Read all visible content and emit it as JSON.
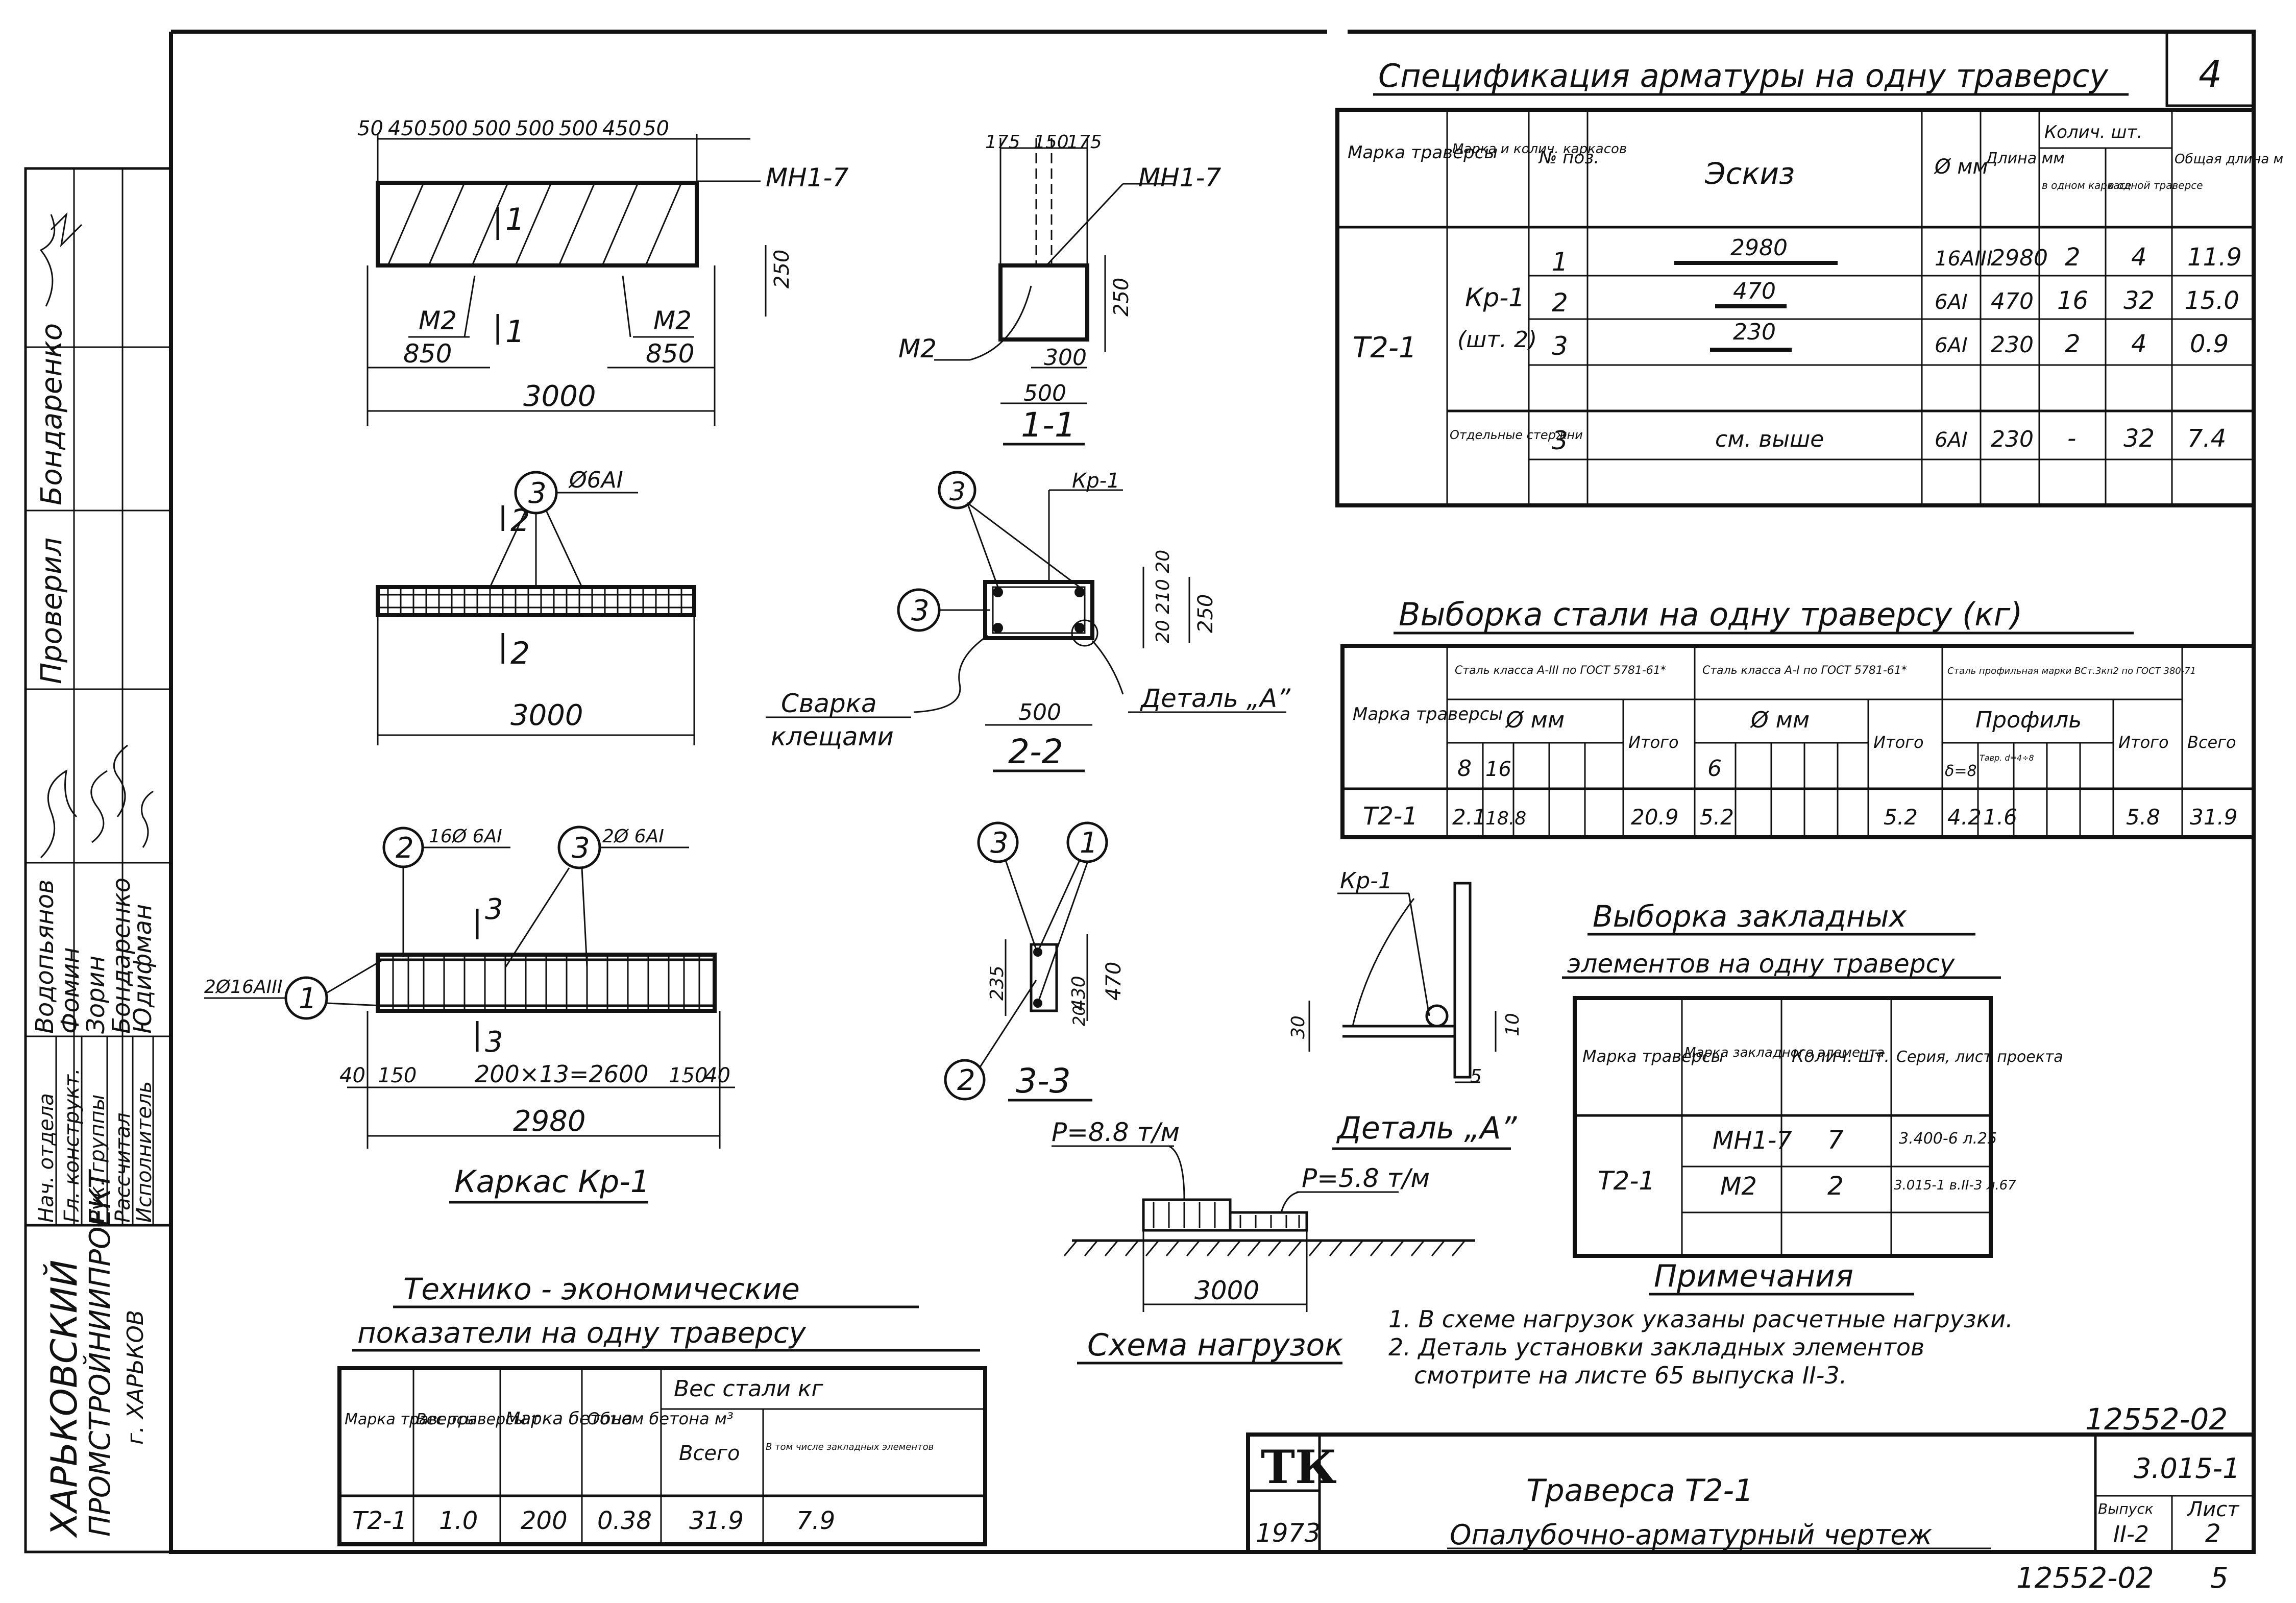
{
  "page_number": "4",
  "sheet_code_top": "12552-02",
  "sheet_code_bottom": "12552-02",
  "sheet_seq": "5",
  "left_block": {
    "org_line1": "ХАРЬКОВСКИЙ",
    "org_line2": "ПРОМСТРОЙНИИПРОЕКТ",
    "org_line3": "г. ХАРЬКОВ",
    "roles": [
      "Нач. отдела",
      "Гл. конструкт.",
      "Рук. группы",
      "Рассчитал",
      "Исполнитель"
    ],
    "names": [
      "Водопьянов",
      "Фомин",
      "Зорин",
      "Бондаренко",
      "Юдифман"
    ],
    "checked": "Проверил",
    "checked_name": "Бондаренко"
  },
  "spec": {
    "title": "Спецификация арматуры на одну траверсу",
    "headers": [
      "Марка траверсы",
      "Марка и колич. каркасов",
      "№ поз.",
      "Эскиз",
      "Ø мм",
      "Длина мм",
      "Колич. шт.",
      "в одном каркасе",
      "в одной траверсе",
      "Общая длина м"
    ],
    "traverse": "Т2-1",
    "frame": "Кр-1",
    "frame_qty": "(шт. 2)",
    "rows": [
      {
        "pos": "1",
        "sketch": "2980",
        "dia": "16АIII",
        "len": "2980",
        "q1": "2",
        "q2": "4",
        "total": "11.9"
      },
      {
        "pos": "2",
        "sketch": "470",
        "dia": "6АI",
        "len": "470",
        "q1": "16",
        "q2": "32",
        "total": "15.0"
      },
      {
        "pos": "3",
        "sketch": "230",
        "dia": "6АI",
        "len": "230",
        "q1": "2",
        "q2": "4",
        "total": "0.9"
      }
    ],
    "sep_label": "Отдельные стержни",
    "sep_row": {
      "pos": "3",
      "sketch": "см. выше",
      "dia": "6АI",
      "len": "230",
      "q1": "-",
      "q2": "32",
      "total": "7.4"
    }
  },
  "steel": {
    "title": "Выборка стали на одну траверсу (кг)",
    "col_mark": "Марка траверсы",
    "g1": "Сталь класса А-III по ГОСТ 5781-61*",
    "g2": "Сталь класса А-I по ГОСТ 5781-61*",
    "g3": "Сталь профильная марки ВСт.3кп2 по ГОСТ 380-71",
    "sub_dia": "Ø мм",
    "sub_prof": "Профиль",
    "itogo": "Итого",
    "vsego": "Всего",
    "d8": "8",
    "d16": "16",
    "d6": "6",
    "p1": "δ=8",
    "p2": "Тавр. d=4÷8",
    "row": {
      "mark": "Т2-1",
      "a": "2.1",
      "b": "18.8",
      "it1": "20.9",
      "c": "5.2",
      "it2": "5.2",
      "e": "4.2",
      "f": "1.6",
      "it3": "5.8",
      "all": "31.9"
    }
  },
  "emb": {
    "title1": "Выборка закладных",
    "title2": "элементов на одну траверсу",
    "h1": "Марка траверсы",
    "h2": "Марка закладного элемента",
    "h3": "Колич. шт.",
    "h4": "Серия, лист проекта",
    "mark": "Т2-1",
    "rows": [
      {
        "el": "МН1-7",
        "q": "7",
        "ser": "3.400-6 л.25"
      },
      {
        "el": "М2",
        "q": "2",
        "ser": "3.015-1 в.II-3 л.67"
      }
    ]
  },
  "tech": {
    "title1": "Технико - экономические",
    "title2": "показатели на одну траверсу",
    "h1": "Марка траверсы",
    "h2": "Вес траверсы т",
    "h3": "Марка бетона",
    "h4": "Объем бетона м³",
    "h5": "Вес стали кг",
    "h6": "Всего",
    "h7": "В том числе закладных элементов",
    "row": {
      "mark": "Т2-1",
      "w": "1.0",
      "b": "200",
      "v": "0.38",
      "s": "31.9",
      "e": "7.9"
    }
  },
  "notes": {
    "title": "Примечания",
    "n1": "1. В схеме нагрузок указаны расчетные нагрузки.",
    "n2a": "2. Деталь установки закладных элементов",
    "n2b": "смотрите на листе 65 выпуска II-3."
  },
  "title_block": {
    "logo": "ТК",
    "year": "1973",
    "name1": "Траверса Т2-1",
    "name2": "Опалубочно-арматурный чертеж",
    "series": "3.015-1",
    "issue_label": "Выпуск",
    "issue": "II-2",
    "sheet_label": "Лист",
    "sheet": "2"
  },
  "drawing": {
    "elev_dims": [
      "50",
      "450",
      "500",
      "500",
      "500",
      "500",
      "450",
      "50"
    ],
    "mn17": "МН1-7",
    "m2": "М2",
    "d850": "850",
    "d3000": "3000",
    "d250": "250",
    "d500": "500",
    "d300": "300",
    "s11_top": [
      "175",
      "150",
      "175"
    ],
    "sec11": "1-1",
    "sec22": "2-2",
    "sec33": "3-3",
    "c3": "3",
    "c2": "2",
    "c1": "1",
    "phi6": "Ø6АI",
    "cut2": "2",
    "cut1": "1",
    "cut3": "3",
    "svarka1": "Сварка",
    "svarka2": "клещами",
    "detA": "Деталь „А”",
    "s22_dims": "20 210 20",
    "kr1_top1": "16Ø 6АI",
    "kr1_top2": "2Ø 6АI",
    "kr1_left": "2Ø16АIII",
    "kr_dims": "200×13=2600",
    "d40": "40",
    "d150": "150",
    "d2980": "2980",
    "kr_caption": "Каркас Кр-1",
    "s33_d1": "235",
    "s33_d2": "430",
    "s33_d3": "470",
    "s33_d4": "20",
    "krp1": "Кр-1",
    "d30": "30",
    "d10": "10",
    "d5": "5",
    "p1": "P=8.8 т/м",
    "p2": "P=5.8 т/м",
    "load_caption": "Схема нагрузок"
  }
}
